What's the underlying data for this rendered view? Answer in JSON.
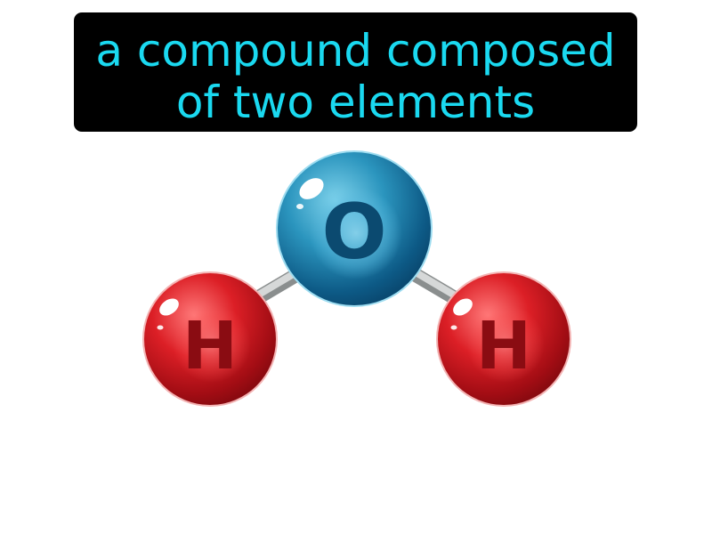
{
  "caption": {
    "line1": "a compound composed",
    "line2": "of two elements",
    "text_color": "#1ad9f0",
    "background_color": "#000000"
  },
  "molecule": {
    "atoms": [
      {
        "symbol": "O",
        "color": "#1e7fa6"
      },
      {
        "symbol": "H",
        "color": "#d81e24"
      },
      {
        "symbol": "H",
        "color": "#d81e24"
      }
    ],
    "bond_color": "#b9bcbc"
  }
}
